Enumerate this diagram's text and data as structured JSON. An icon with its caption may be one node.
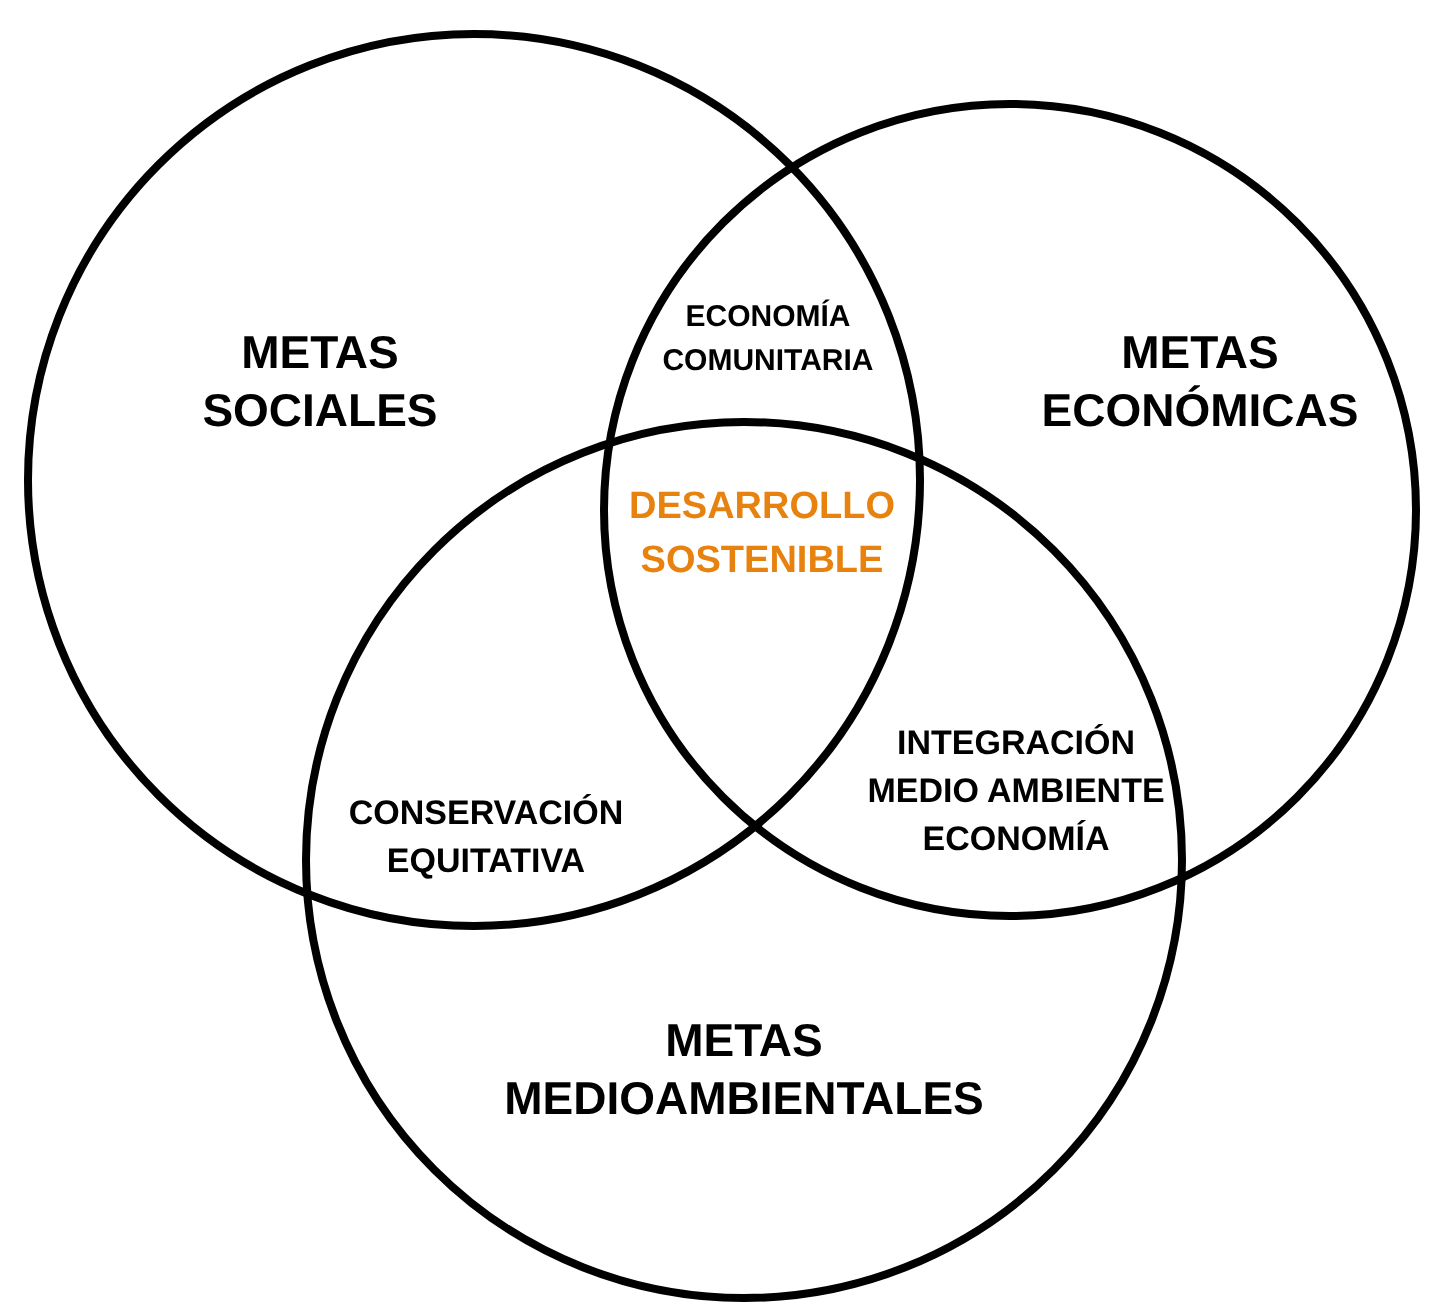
{
  "diagram": {
    "nodes": [
      {
        "text": [
          "METAS SOCIALES"
        ]
      },
      {
        "text": [
          "METAS ECONÓMICAS"
        ]
      },
      {
        "text": [
          "METAS MEDIOAMBIENTALES"
        ]
      }
    ],
    "edges": [],
    "labels": [
      "ECONOMÍA COMUNITARIA",
      "DESARROLLO SOSTENIBLE",
      "INTEGRACIÓN MEDIO AMBIENTE ECONOMÍA",
      "CONSERVACIÓN EQUITATIVA"
    ]
  }
}
